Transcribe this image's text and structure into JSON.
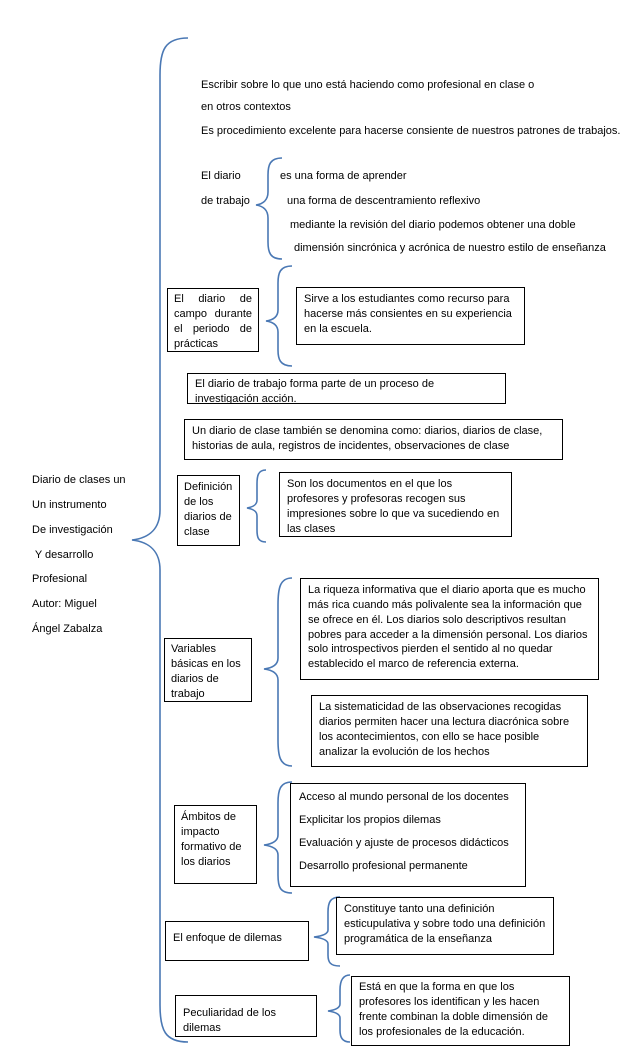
{
  "main_topic": {
    "lines": [
      "Diario de clases un",
      "Un instrumento",
      "De investigación",
      " Y desarrollo",
      "Profesional",
      "Autor: Miguel",
      "Ángel Zabalza"
    ]
  },
  "intro": {
    "lines": [
      "Escribir sobre lo que uno está haciendo como profesional  en clase o",
      "en otros contextos",
      "Es  procedimiento excelente para hacerse consiente de nuestros patrones de trabajos."
    ]
  },
  "diario_trabajo": {
    "label_1": "El diario",
    "label_2": "de trabajo",
    "items": [
      "es una forma de aprender",
      "una forma de descentramiento reflexivo",
      "mediante la revisión del diario podemos obtener una doble",
      "dimensión sincrónica y acrónica de nuestro estilo de enseñanza"
    ]
  },
  "campo": {
    "label": "El diario de campo durante el periodo de prácticas",
    "detail": "Sirve a los estudiantes como recurso para hacerse más consientes en su experiencia en la escuela."
  },
  "investigacion": {
    "text": "El diario de trabajo forma parte de un proceso de investigación acción."
  },
  "denominacion": {
    "text": "Un diario de clase también se denomina como: diarios, diarios de clase, historias de aula, registros de incidentes, observaciones de clase"
  },
  "definicion": {
    "label": "Definición de los diarios de clase",
    "detail": "Son los documentos en el que los profesores y profesoras recogen sus impresiones sobre lo que va sucediendo en las clases"
  },
  "variables": {
    "label": "Variables básicas en los diarios de trabajo",
    "detail_1": "La riqueza informativa que el diario aporta que es mucho más rica cuando más polivalente sea la información que se ofrece en él. Los diarios solo descriptivos resultan pobres para acceder a la dimensión personal. Los diarios solo introspectivos pierden el sentido al no quedar establecido el marco de referencia externa.",
    "detail_2": "La sistematicidad de las observaciones recogidas diarios permiten hacer una lectura diacrónica sobre los acontecimientos, con ello se hace posible analizar la evolución de los hechos"
  },
  "ambitos": {
    "label": "Ámbitos de impacto formativo de los diarios",
    "items": [
      "Acceso al mundo personal de los docentes",
      "Explicitar los propios dilemas",
      "Evaluación y ajuste de procesos didácticos",
      "Desarrollo profesional permanente"
    ]
  },
  "dilemas": {
    "label": "El enfoque de dilemas",
    "detail": "Constituye tanto una definición esticupulativa y sobre todo una definición programática de la enseñanza"
  },
  "peculiaridad": {
    "label": "Peculiaridad de los dilemas",
    "detail": "Está en que la forma en que los profesores los identifican y les hacen frente combinan la doble dimensión de los profesionales de la educación."
  },
  "colors": {
    "bracket": "#4a78b4",
    "border": "#000000"
  }
}
